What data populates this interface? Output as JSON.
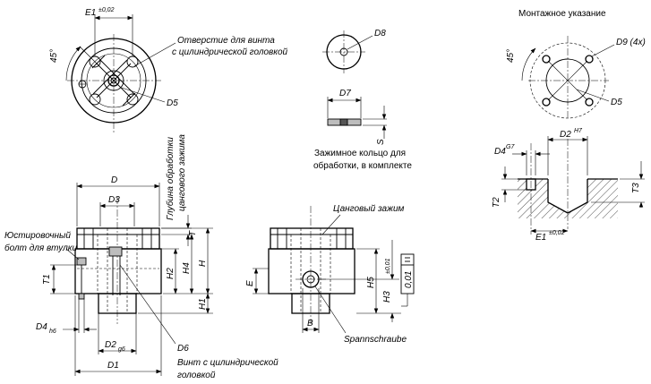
{
  "labels": {
    "mounting_note": "Монтажное указание",
    "screw_hole_line1": "Отверстие для винта",
    "screw_hole_line2": "с цилиндрической головкой",
    "clamp_ring_line1": "Зажимное кольцо для",
    "clamp_ring_line2": "обработки, в комплекте",
    "adjust_bolt_line1": "Юстировочный",
    "adjust_bolt_line2": "болт для втулки",
    "collet_clamp": "Цанговый зажим",
    "spann_screw": "Spannschraube",
    "cap_screw_line1": "Винт с цилиндрической",
    "cap_screw_line2": "головкой",
    "depth_line1": "Глубина обработки",
    "depth_line2": "цангового зажима"
  },
  "dims": {
    "E1": "E1",
    "E1_tol": "±0,02",
    "angle": "45°",
    "D5": "D5",
    "D8": "D8",
    "D7": "D7",
    "S": "S",
    "D9": "D9 (4x)",
    "D2": "D2",
    "D2_tol": "H7",
    "D4": "D4",
    "D4_tol": "G7",
    "T2": "T2",
    "T3": "T3",
    "D": "D",
    "D3": "D3",
    "T": "T",
    "H2": "H2",
    "H4": "H4",
    "H": "H",
    "H1": "H1",
    "T1": "T1",
    "D4h": "D4",
    "D4h_tol": "h6",
    "D2g": "D2",
    "D2g_tol": "g6",
    "D1": "D1",
    "D6": "D6",
    "E": "E",
    "B": "B",
    "H5": "H5",
    "H3": "H3",
    "H3_tol": "±0,01",
    "flatness": "0,01"
  }
}
